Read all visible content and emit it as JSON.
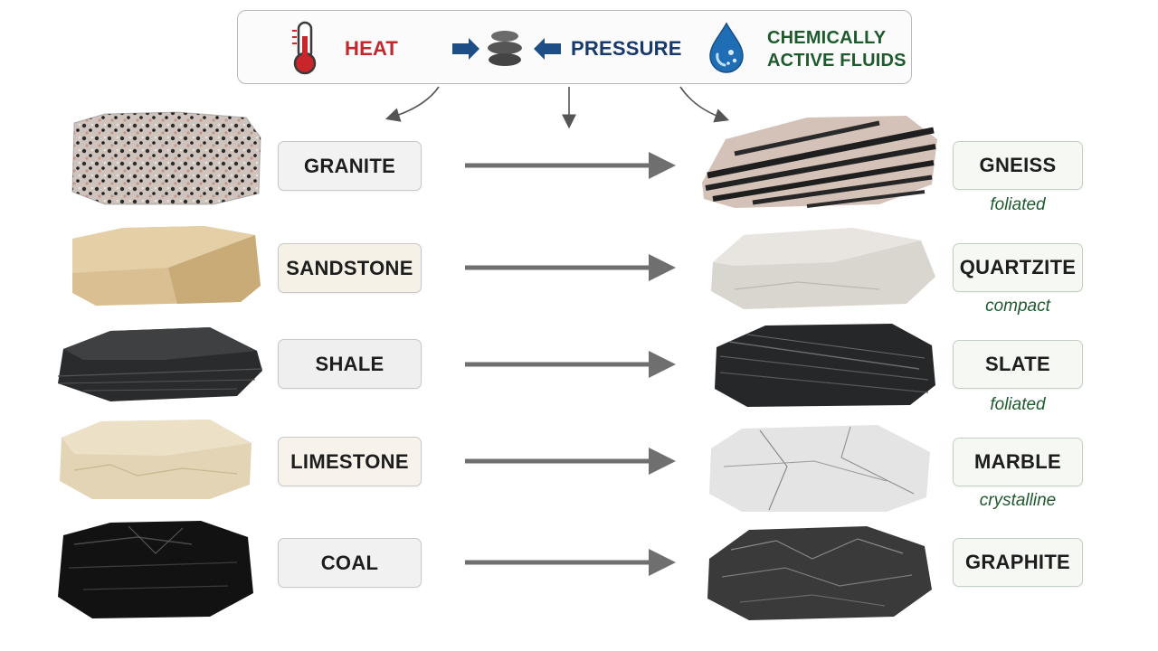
{
  "agents": {
    "heat": "HEAT",
    "pressure": "PRESSURE",
    "fluids_line1": "CHEMICALLY",
    "fluids_line2": "ACTIVE FLUIDS"
  },
  "rows": [
    {
      "parent": "GRANITE",
      "metamorphic": "GNEISS",
      "texture": "foliated",
      "parent_bg": "#f2f2f2"
    },
    {
      "parent": "SANDSTONE",
      "metamorphic": "QUARTZITE",
      "texture": "compact",
      "parent_bg": "#f6f1e6"
    },
    {
      "parent": "SHALE",
      "metamorphic": "SLATE",
      "texture": "foliated",
      "parent_bg": "#efefef"
    },
    {
      "parent": "LIMESTONE",
      "metamorphic": "MARBLE",
      "texture": "crystalline",
      "parent_bg": "#f7f3ea"
    },
    {
      "parent": "COAL",
      "metamorphic": "GRAPHITE",
      "texture": "",
      "parent_bg": "#f1f1f1"
    }
  ],
  "colors": {
    "heat": "#c0282d",
    "pressure": "#173a6b",
    "fluids": "#1f5a2e",
    "arrow": "#6f6f6f"
  },
  "icons": [
    "thermometer-icon",
    "pressure-stones-icon",
    "water-drop-icon"
  ]
}
